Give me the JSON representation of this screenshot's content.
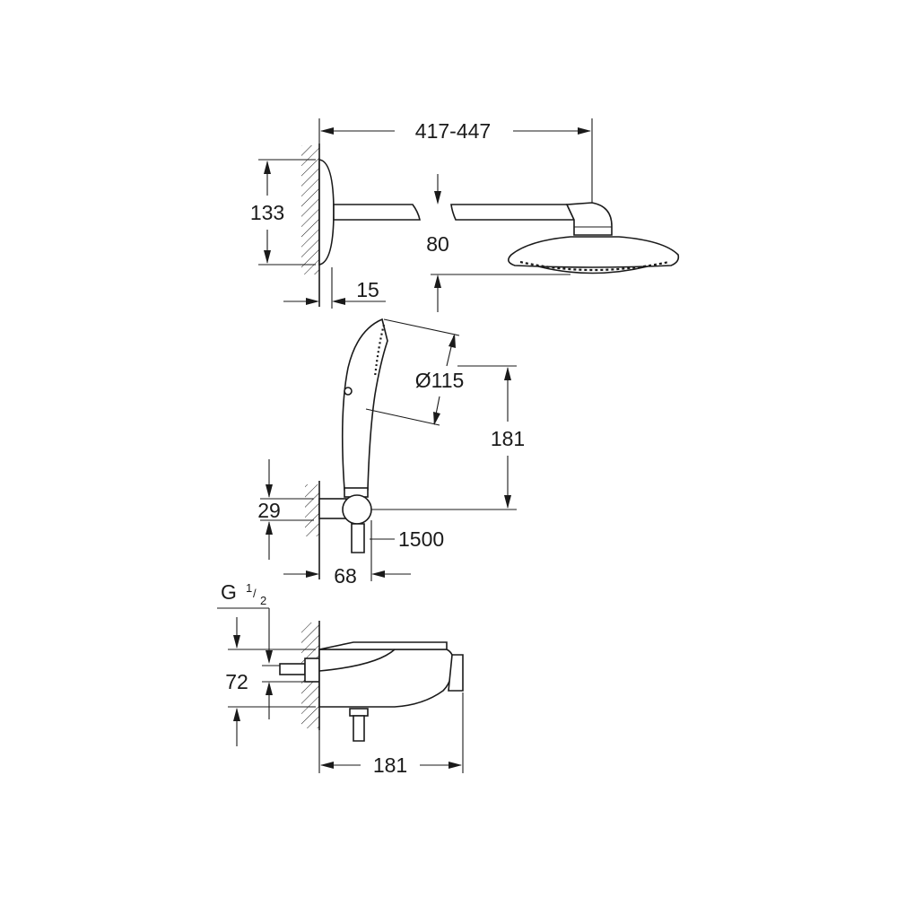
{
  "drawing": {
    "head_shower": {
      "arm_length": "417-447",
      "flange_height": "133",
      "arm_to_head_drop": "80",
      "flange_depth": "15"
    },
    "hand_shower": {
      "head_diameter": "Ø115",
      "handle_height": "181",
      "holder_offset": "29",
      "hose_length": "1500",
      "holder_projection": "68"
    },
    "thermostat": {
      "thread_main": "G",
      "thread_num": "1",
      "thread_slash": "/",
      "thread_den": "2",
      "connection_height": "72",
      "width": "181"
    }
  },
  "colors": {
    "line": "#1a1a1a",
    "background": "#ffffff"
  }
}
